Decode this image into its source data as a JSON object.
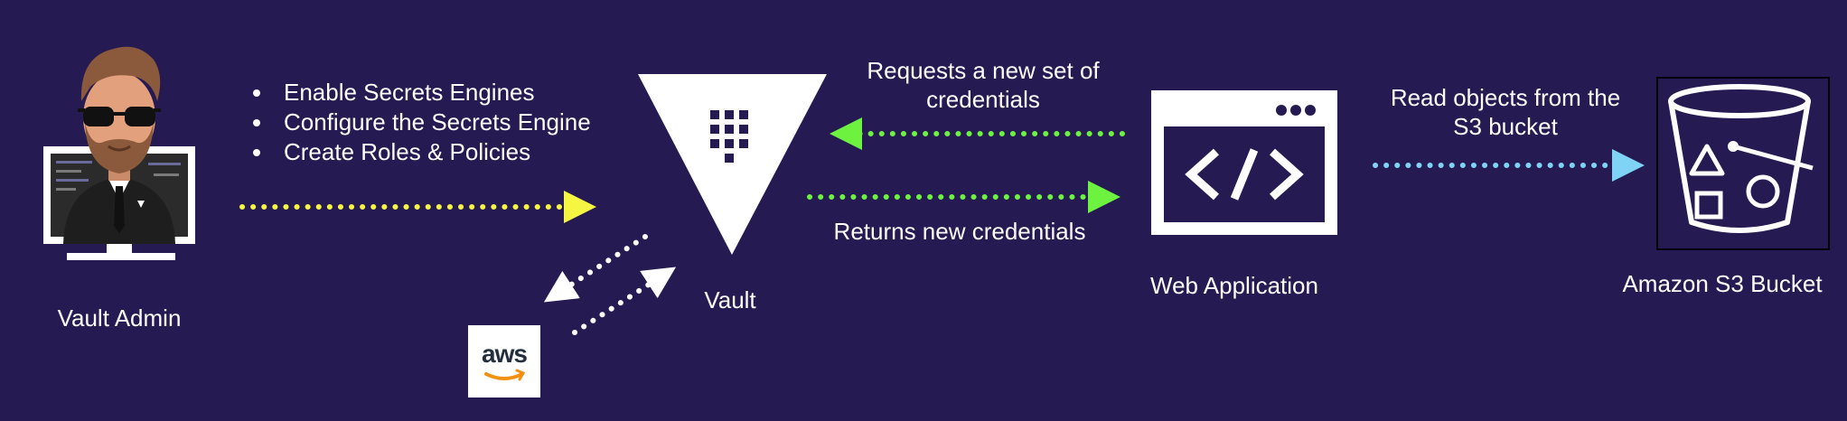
{
  "nodes": {
    "admin": {
      "label": "Vault Admin"
    },
    "vault": {
      "label": "Vault"
    },
    "web_app": {
      "label": "Web Application"
    },
    "s3": {
      "label": "Amazon S3 Bucket"
    },
    "aws": {
      "logo_text": "aws"
    }
  },
  "admin_steps": [
    "Enable Secrets Engines",
    "Configure the Secrets Engine",
    "Create Roles & Policies"
  ],
  "edges": {
    "request_line1": "Requests a new set of",
    "request_line2": "credentials",
    "returns": "Returns new credentials",
    "s3_line1": "Read objects from the",
    "s3_line2": "S3 bucket"
  },
  "colors": {
    "background": "#251a52",
    "admin_arrow": "#f5f542",
    "credential_arrows": "#6cf23f",
    "s3_arrow": "#7fd3f5",
    "aws_arrows": "#ffffff"
  },
  "icons": {
    "admin": "person-at-monitor-icon",
    "vault": "vault-triangle-logo-icon",
    "web_app": "code-window-icon",
    "s3": "s3-bucket-icon",
    "aws": "aws-logo-icon"
  }
}
